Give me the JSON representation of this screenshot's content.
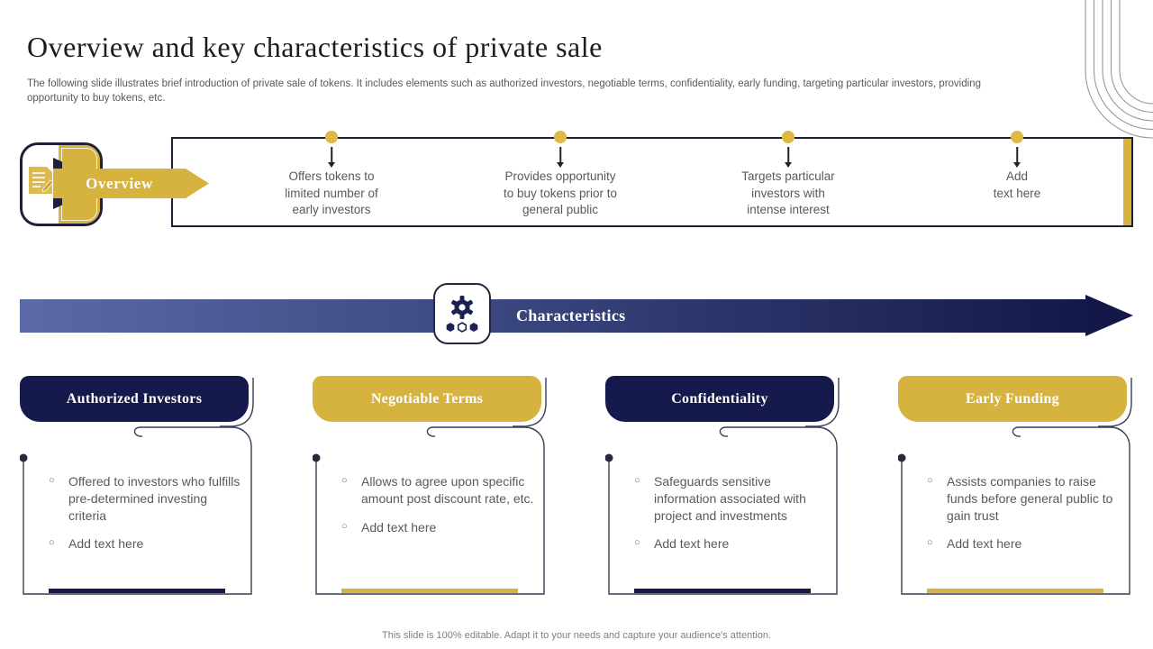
{
  "slide": {
    "title": "Overview and key characteristics of private sale",
    "subtitle": "The following slide illustrates brief introduction of private sale of tokens. It includes elements such as authorized investors, negotiable terms, confidentiality, early funding, targeting particular investors, providing opportunity to buy tokens, etc.",
    "footer": "This slide is 100% editable. Adapt it to your needs and capture your audience's attention."
  },
  "overview": {
    "label": "Overview",
    "icon": "document-edit-icon",
    "items": [
      {
        "lines": [
          "Offers tokens to",
          "limited number of",
          "early investors"
        ]
      },
      {
        "lines": [
          "Provides opportunity",
          "to buy tokens prior to",
          "general public"
        ]
      },
      {
        "lines": [
          "Targets particular",
          "investors with",
          "intense interest"
        ]
      },
      {
        "lines": [
          "Add",
          "text here"
        ]
      }
    ]
  },
  "characteristics": {
    "label": "Characteristics",
    "icon": "gear-icon",
    "cards": [
      {
        "title": "Authorized Investors",
        "theme": "navy",
        "bullets": [
          "Offered to investors who fulfills pre-determined investing criteria",
          "Add text here"
        ]
      },
      {
        "title": "Negotiable Terms",
        "theme": "gold",
        "bullets": [
          "Allows to agree upon specific amount post discount rate, etc.",
          "Add text here"
        ]
      },
      {
        "title": "Confidentiality",
        "theme": "navy",
        "bullets": [
          "Safeguards sensitive information associated with project and investments",
          "Add text here"
        ]
      },
      {
        "title": "Early Funding",
        "theme": "gold",
        "bullets": [
          "Assists companies to raise funds before general public to gain trust",
          "Add text here"
        ]
      }
    ]
  },
  "colors": {
    "gold": "#D6B33E",
    "navy": "#16194B",
    "banner_gradient_start": "#5B69A7",
    "banner_gradient_end": "#141849",
    "body_text": "#595959",
    "footer_text": "#7F7F7F"
  }
}
